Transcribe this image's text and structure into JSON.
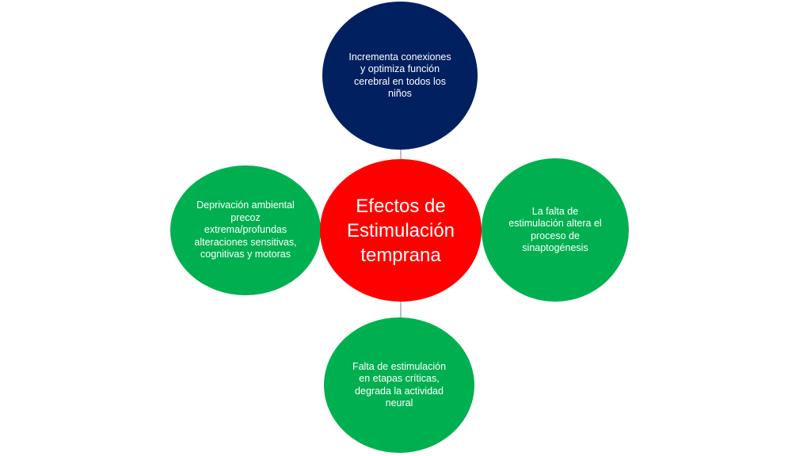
{
  "colors": {
    "center": "#ff0000",
    "top": "#002060",
    "satellite": "#00b050",
    "connector": "#9dabc0"
  },
  "center": {
    "label": "Efectos de\nEstimulación\ntemprana"
  },
  "nodes": {
    "top": "Incrementa conexiones\ny optimiza función\ncerebral en todos los\nniños",
    "right": "La falta de\nestimulación altera el\nproceso de\nsinaptogénesis",
    "bottom": "Falta de estimulación\nen etapas críticas,\ndegrada la actividad\nneural",
    "left": "Deprivación ambiental\nprecoz\nextrema/profundas\nalteraciones sensitivas,\ncognitivas   y motoras"
  }
}
